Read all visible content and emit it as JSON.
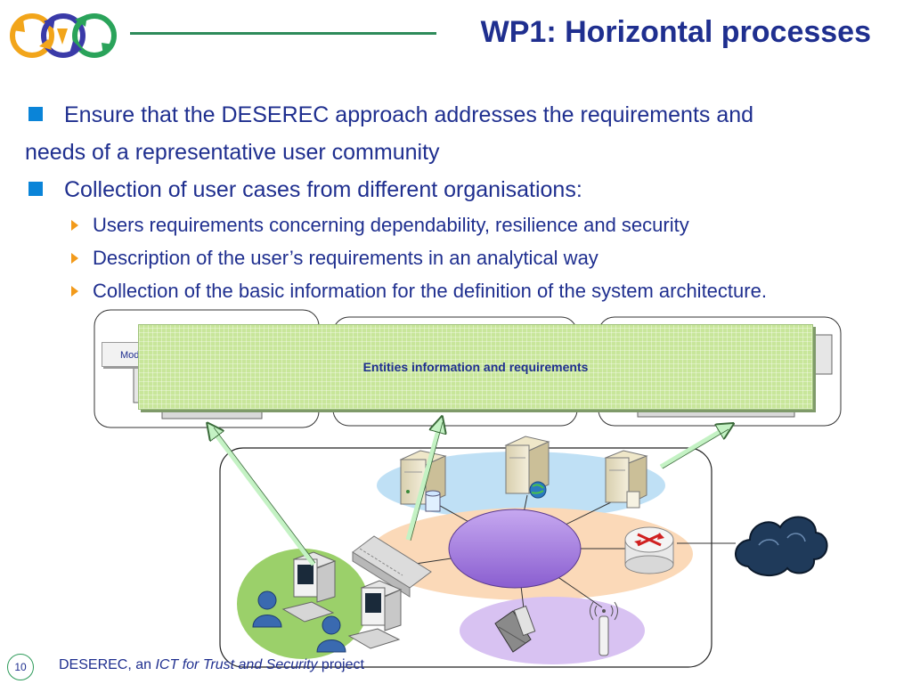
{
  "header": {
    "title": "WP1:  Horizontal processes",
    "logo_icon": "three-recycling-circles-logo"
  },
  "bullets": [
    {
      "text": "Ensure that the DESEREC approach addresses the requirements and",
      "continuation": "needs of a representative user community"
    },
    {
      "text": "Collection of user cases from different organisations:",
      "sub": [
        "Users requirements concerning dependability, resilience and security",
        "Description of the user’s requirements in an analytical way",
        "Collection of the basic information for the definition of the system architecture."
      ]
    }
  ],
  "diagram": {
    "overlay_label": "Entities information and requirements",
    "left_box_tab": "Mod",
    "colors": {
      "overlay": "#c8e69a",
      "central_hub": "#9b6fd6",
      "server_zone": "#bfe0f5",
      "core_zone": "#fbd9b8",
      "user_zone": "#9bd06a",
      "wireless_zone": "#d8c2f2",
      "arrow": "#c4f2c4",
      "cloud": "#1f3a5a"
    }
  },
  "footer": {
    "page_number": "10",
    "text_prefix": "DESEREC,  an ",
    "text_italic": "ICT for Trust and Security",
    "text_suffix": " project"
  }
}
